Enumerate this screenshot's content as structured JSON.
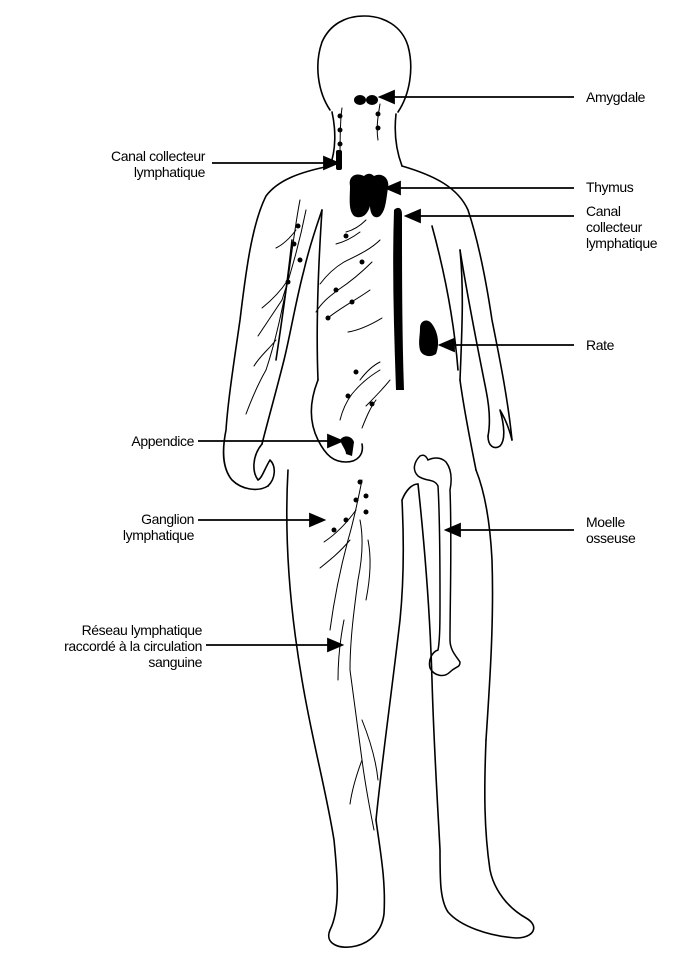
{
  "labels": {
    "amygdale": [
      "Amygdale"
    ],
    "canal_left": [
      "Canal collecteur",
      "lymphatique"
    ],
    "thymus": [
      "Thymus"
    ],
    "canal_right": [
      "Canal",
      "collecteur",
      "lymphatique"
    ],
    "rate": [
      "Rate"
    ],
    "appendice": [
      "Appendice"
    ],
    "ganglion": [
      "Ganglion",
      "lymphatique"
    ],
    "moelle": [
      "Moelle",
      "osseuse"
    ],
    "reseau": [
      "Réseau lymphatique",
      "raccordé à la circulation",
      "sanguine"
    ]
  },
  "colors": {
    "ink": "#000000",
    "paper": "#ffffff"
  }
}
